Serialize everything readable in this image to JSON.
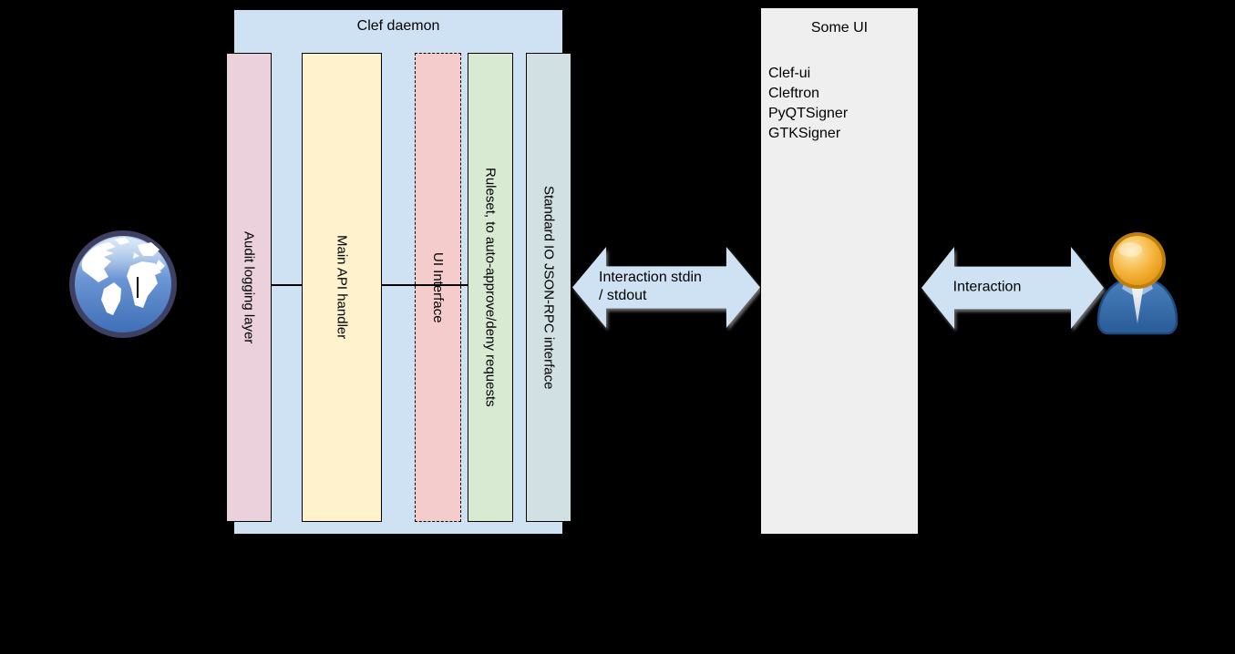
{
  "clef_daemon": {
    "title": "Clef daemon",
    "fill": "#cfe2f3",
    "layers": [
      {
        "label": "Audit logging layer",
        "fill": "#ead1dc",
        "border": "solid"
      },
      {
        "label": "Main API handler",
        "fill": "#fff2cc",
        "border": "solid"
      },
      {
        "label": "UI Interface",
        "fill": "#f4cccc",
        "border": "dashed"
      },
      {
        "label": "Ruleset, to auto-approve/deny requests",
        "fill": "#d9ead3",
        "border": "solid"
      },
      {
        "label": "Standard IO JSON-RPC interface",
        "fill": "#d0e0e3",
        "border": "solid"
      }
    ]
  },
  "some_ui": {
    "title": "Some UI",
    "fill": "#efefef",
    "items": [
      "Clef-ui",
      "Cleftron",
      "PyQTSigner",
      "GTKSigner"
    ]
  },
  "arrows": {
    "stdio": {
      "label": "Interaction stdin / stdout",
      "fill": "#cfe2f3"
    },
    "user": {
      "label": "Interaction",
      "fill": "#cfe2f3"
    }
  },
  "icons": {
    "left": "globe-icon",
    "right": "user-icon"
  },
  "colors": {
    "background": "#000000",
    "connector_line": "#000000"
  }
}
